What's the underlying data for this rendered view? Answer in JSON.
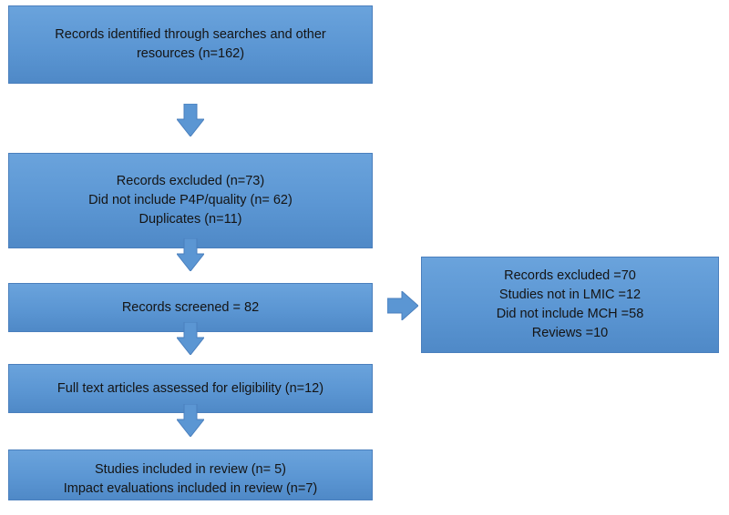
{
  "flow": {
    "identified": {
      "line1": "Records identified through searches and other",
      "line2": "resources (n=162)"
    },
    "excluded_first": {
      "line1": "Records excluded (n=73)",
      "line2": "Did not include P4P/quality (n= 62)",
      "line3": "Duplicates (n=11)"
    },
    "screened": {
      "line1": "Records screened = 82"
    },
    "excluded_second": {
      "line1": "Records excluded =70",
      "line2": "Studies not in LMIC =12",
      "line3": "Did not include MCH =58",
      "line4": "Reviews =10"
    },
    "fulltext": {
      "line1": "Full text articles assessed for eligibility (n=12)"
    },
    "included": {
      "line1": "Studies included in review (n= 5)",
      "line2": "Impact evaluations included in review (n=7)"
    }
  },
  "colors": {
    "box_fill": "#5b96d3",
    "box_border": "#4a7fbd",
    "arrow_fill": "#5b96d3",
    "text": "#141414"
  }
}
